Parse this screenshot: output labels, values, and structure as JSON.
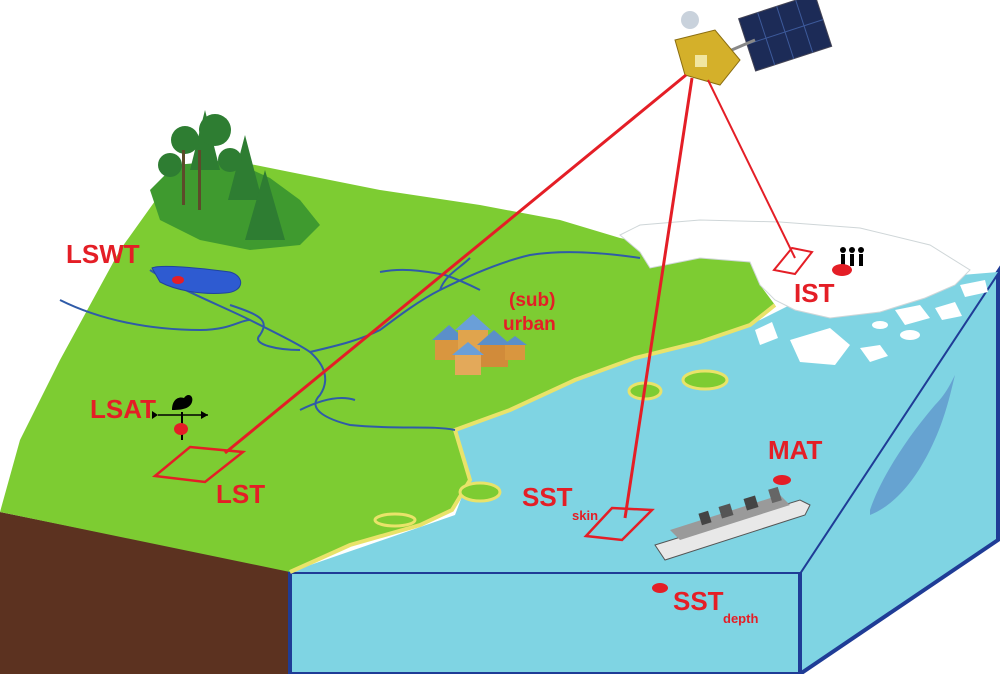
{
  "labels": {
    "lswt": "LSWT",
    "lsat": "LSAT",
    "lst": "LST",
    "suburban_line1": "(sub)",
    "suburban_line2": "urban",
    "ist": "IST",
    "mat": "MAT",
    "sst_skin_main": "SST",
    "sst_skin_sub": "skin",
    "sst_depth_main": "SST",
    "sst_depth_sub": "depth"
  },
  "colors": {
    "land": "#7dcc32",
    "water": "#7fd4e3",
    "ice": "#ffffff",
    "soil": "#5c3220",
    "block_edge": "#1f3c96",
    "lake": "#2e5bd1",
    "river": "#2f5ba8",
    "shore": "#e9e36a",
    "observation": "#e41e26"
  }
}
